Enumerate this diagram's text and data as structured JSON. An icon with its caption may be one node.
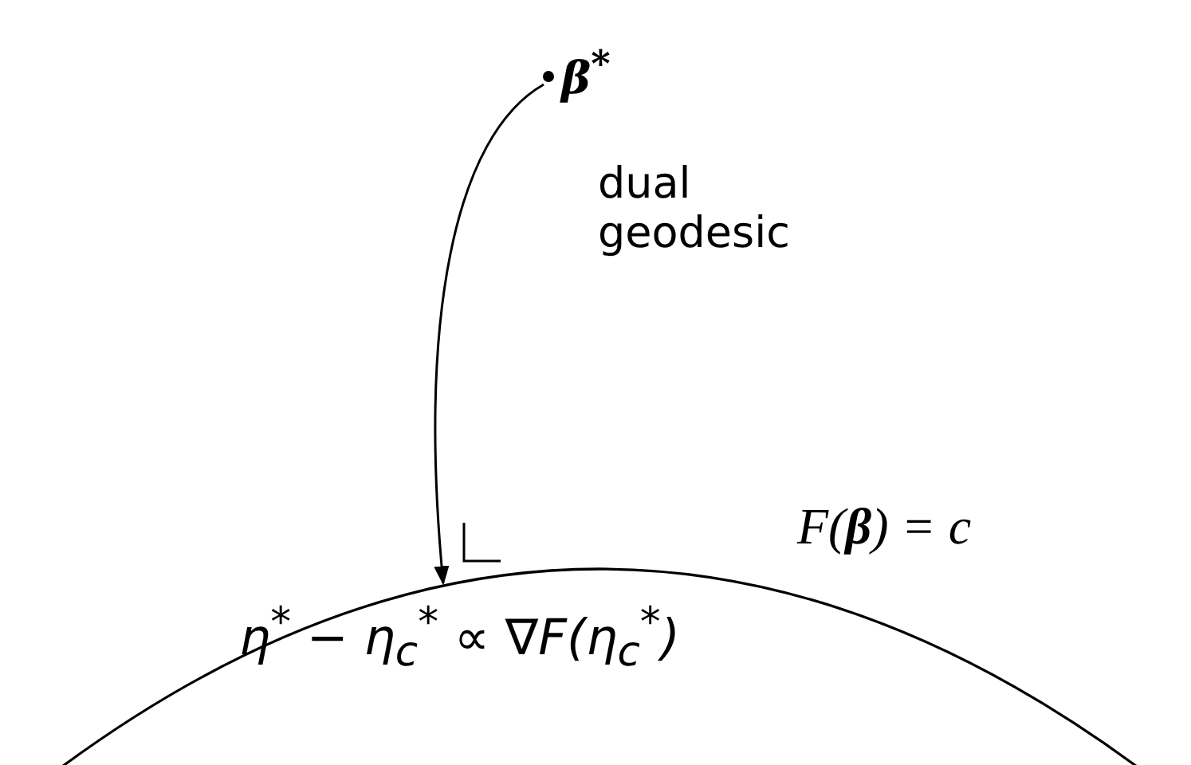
{
  "diagram": {
    "nodes": [
      {
        "text": [],
        "shape": "circle",
        "beside": [
          "β$^{*}$"
        ]
      },
      {
        "text": [],
        "shape": "arc"
      }
    ],
    "edges": [
      {
        "from": 0,
        "to": 1,
        "arrow": "to"
      }
    ],
    "labels": [
      "dual geodesic",
      "F(**β**) = c",
      "η$^{*}$ − η$_{c}$$^{*}$ ∝ ∇F(η$_{c}$$^{*}$)"
    ]
  }
}
